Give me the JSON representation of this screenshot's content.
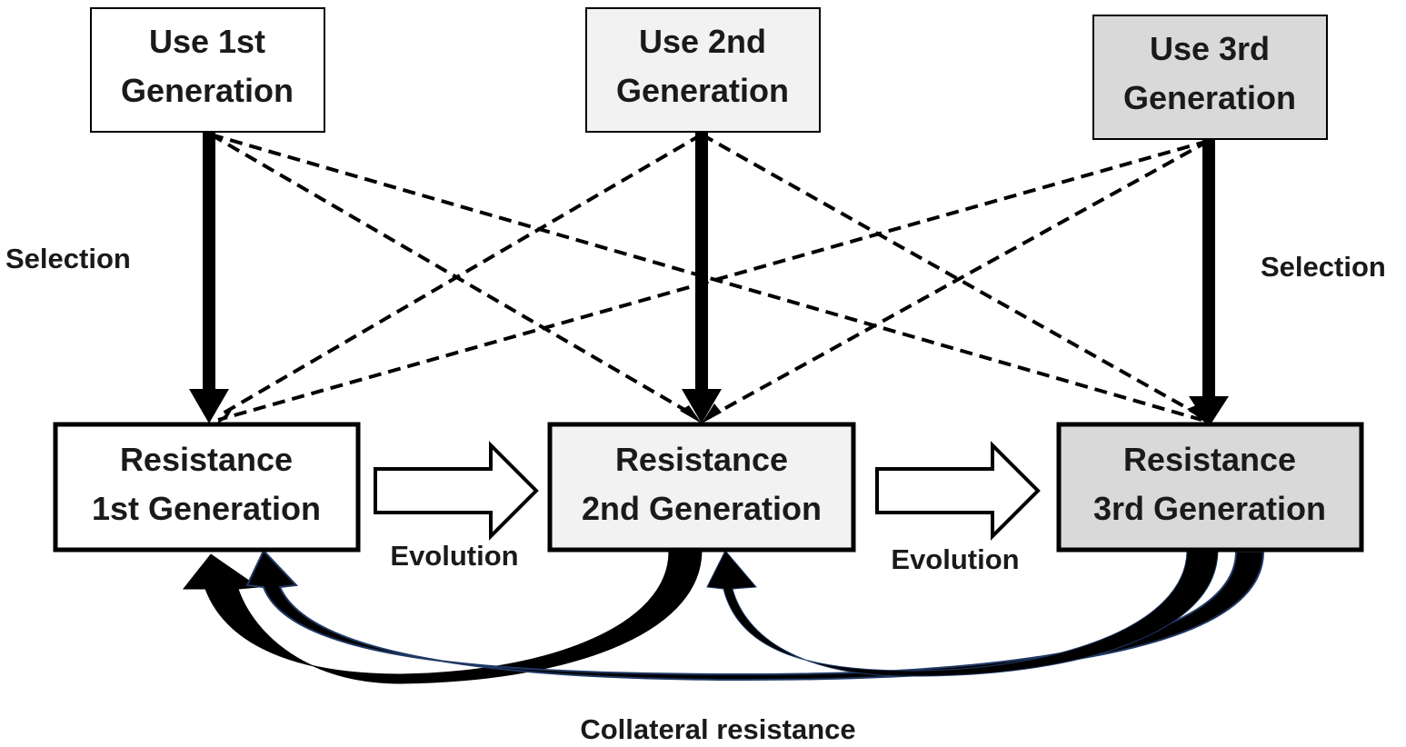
{
  "use_boxes": [
    {
      "line1": "Use 1st",
      "line2": "Generation"
    },
    {
      "line1": "Use 2nd",
      "line2": "Generation"
    },
    {
      "line1": "Use 3rd",
      "line2": "Generation"
    }
  ],
  "resistance_boxes": [
    {
      "line1": "Resistance",
      "line2": "1st Generation"
    },
    {
      "line1": "Resistance",
      "line2": "2nd Generation"
    },
    {
      "line1": "Resistance",
      "line2": "3rd Generation"
    }
  ],
  "labels": {
    "selection_left": "Selection",
    "selection_right": "Selection",
    "evolution_1": "Evolution",
    "evolution_2": "Evolution",
    "collateral": "Collateral resistance"
  },
  "colors": {
    "gen1_fill": "#ffffff",
    "gen2_fill": "#f2f2f2",
    "gen3_fill": "#d9d9d9",
    "thin_arrow_outline": "#1f3864"
  }
}
